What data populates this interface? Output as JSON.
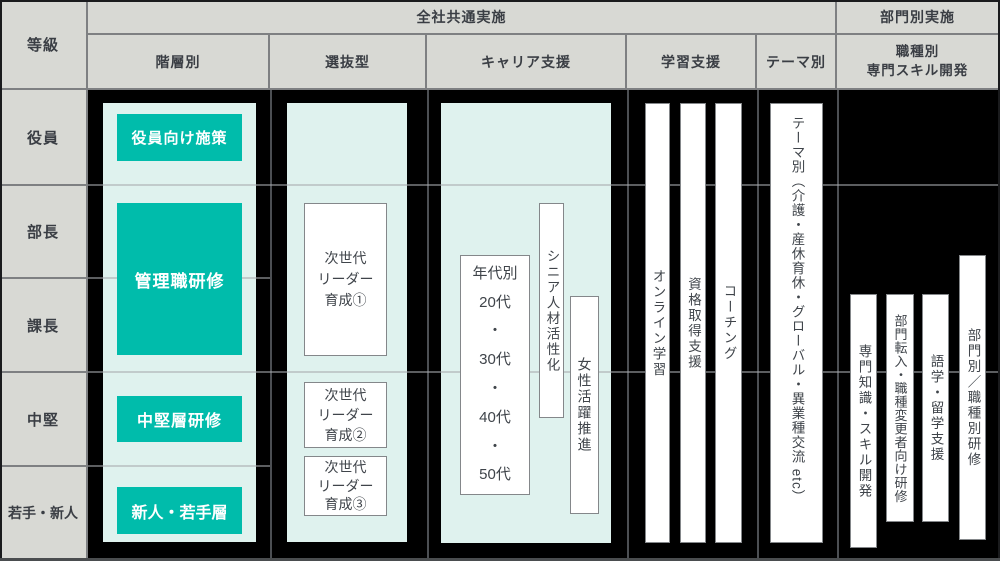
{
  "colors": {
    "teal_block": "#00bcab",
    "mint_panel": "#dff2ee",
    "header_bg": "#d8d9d4",
    "background": "#000000",
    "grid_line": "#7e8082"
  },
  "header": {
    "grade": "等級",
    "companywide": "全社共通実施",
    "departmental": "部門別実施",
    "columns": [
      "階層別",
      "選抜型",
      "キャリア支援",
      "学習支援",
      "テーマ別",
      "職種別\n専門スキル開発"
    ]
  },
  "grades": [
    "役員",
    "部長",
    "課長",
    "中堅",
    "若手・新人"
  ],
  "hierarchical": {
    "items": [
      "役員向け施策",
      "管理職研修",
      "中堅層研修",
      "新人・若手層"
    ]
  },
  "selective": {
    "items": [
      "次世代\nリーダー\n育成①",
      "次世代\nリーダー\n育成②",
      "次世代\nリーダー\n育成③"
    ]
  },
  "career": {
    "age_box": "年代別\n20代\n・\n30代\n・\n40代\n・\n50代",
    "senior": "シニア人材活性化",
    "women": "女性活躍推進"
  },
  "learning": {
    "items": [
      "オンライン学習",
      "資格取得支援",
      "コーチング"
    ]
  },
  "theme": {
    "label": "テーマ別（介護・産休育休・グローバル・異業種交流 etc）"
  },
  "jobtype": {
    "items": [
      "専門知識・スキル開発",
      "部門転入・職種変更者向け研修",
      "語学・留学支援",
      "部門別／職種別研修"
    ]
  }
}
